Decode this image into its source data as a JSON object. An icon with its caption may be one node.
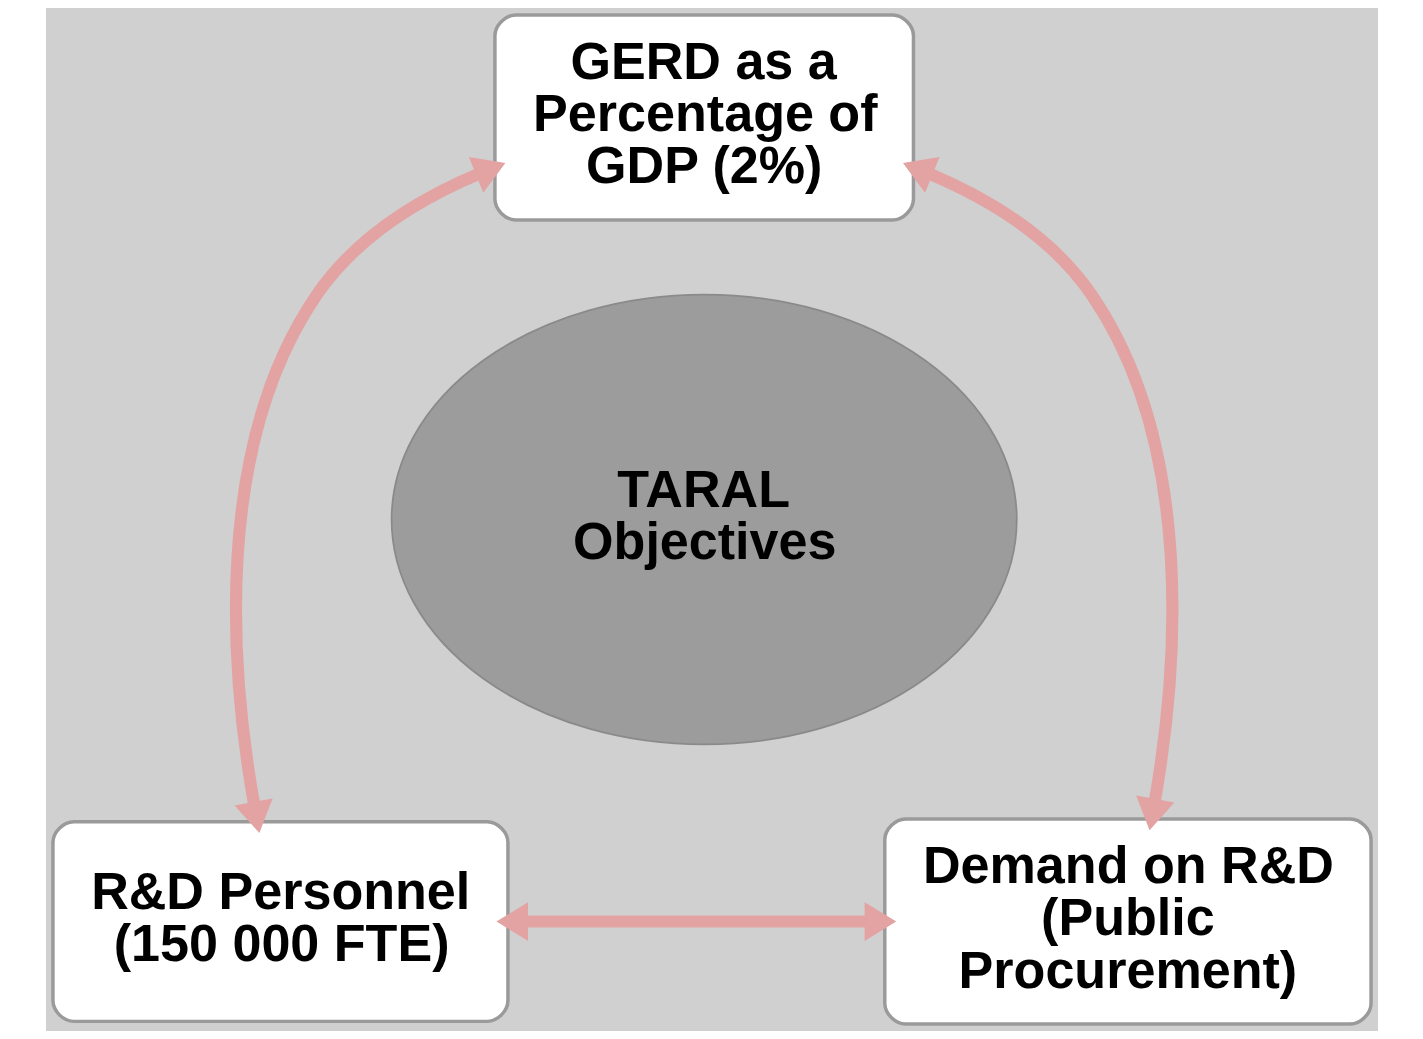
{
  "diagram": {
    "nodes": [
      {
        "text": [
          "TARAL Objectives"
        ]
      },
      {
        "text": [
          "GERD as a Percentage of GDP (2%)"
        ]
      },
      {
        "text": [
          "R&D Personnel (150 000 FTE)"
        ]
      },
      {
        "text": [
          "Demand on R&D (Public Procurement)"
        ]
      }
    ],
    "edges": [
      {
        "from": 1,
        "to": 2,
        "arrow": "both"
      },
      {
        "from": 1,
        "to": 3,
        "arrow": "both"
      },
      {
        "from": 2,
        "to": 3,
        "arrow": "both"
      }
    ]
  }
}
